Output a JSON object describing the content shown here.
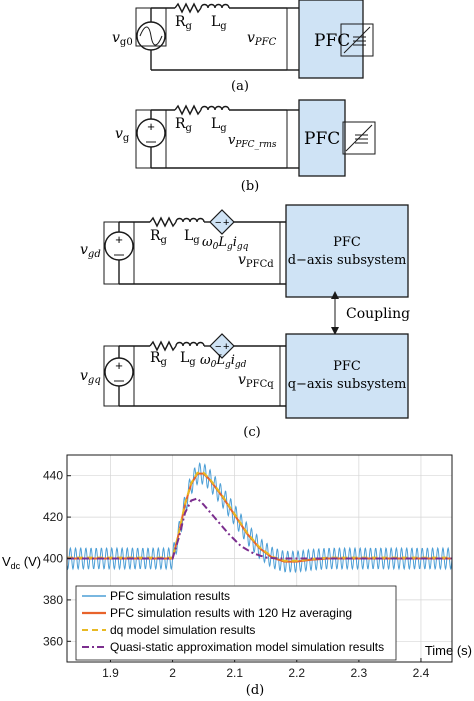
{
  "panel_a": {
    "source_label": "v",
    "source_sub": "g0",
    "r_label": "R",
    "r_sub": "g",
    "l_label": "L",
    "l_sub": "g",
    "v_label": "v",
    "v_sub": "PFC",
    "block": "PFC",
    "caption": "(a)"
  },
  "panel_b": {
    "source_label": "v",
    "source_sub": "g",
    "r_label": "R",
    "r_sub": "g",
    "l_label": "L",
    "l_sub": "g",
    "v_label": "v",
    "v_sub": "PFC_rms",
    "block": "PFC",
    "caption": "(b)"
  },
  "panel_c": {
    "d": {
      "source_label": "v",
      "source_sub": "gd",
      "r_label": "R",
      "r_sub": "g",
      "l_label": "L",
      "l_sub": "g",
      "dep_w": "ω",
      "dep_w_sub": "0",
      "dep_L": "L",
      "dep_L_sub": "g",
      "dep_i": "i",
      "dep_i_sub": "gq",
      "v_label": "v",
      "v_sub": "PFCd",
      "block_line1": "PFC",
      "block_line2": "d−axis subsystem"
    },
    "q": {
      "source_label": "v",
      "source_sub": "gq",
      "r_label": "R",
      "r_sub": "g",
      "l_label": "L",
      "l_sub": "g",
      "dep_w": "ω",
      "dep_w_sub": "0",
      "dep_L": "L",
      "dep_L_sub": "g",
      "dep_i": "i",
      "dep_i_sub": "gd",
      "v_label": "v",
      "v_sub": "PFCq",
      "block_line1": "PFC",
      "block_line2": "q−axis subsystem"
    },
    "coupling": "Coupling",
    "caption": "(c)"
  },
  "chart_data": {
    "type": "line",
    "xlabel": "Time (s)",
    "ylabel": "V",
    "ylabel_sub": "dc",
    "ylabel_unit": " (V)",
    "xlim": [
      1.83,
      2.45
    ],
    "ylim": [
      350,
      450
    ],
    "xticks": [
      1.9,
      2,
      2.1,
      2.2,
      2.3,
      2.4
    ],
    "xtick_labels": [
      "1.9",
      "2",
      "2.1",
      "2.2",
      "2.3",
      "2.4"
    ],
    "yticks": [
      360,
      380,
      400,
      420,
      440
    ],
    "ytick_labels": [
      "360",
      "380",
      "400",
      "420",
      "440"
    ],
    "grid": true,
    "legend_position": "lower-left",
    "series": [
      {
        "name": "PFC simulation results",
        "color": "#4d9fd6",
        "style": "solid",
        "ripple_hz": 120,
        "ripple_amplitude": 5
      },
      {
        "name": "PFC simulation results with 120 Hz averaging",
        "color": "#e8632b",
        "style": "solid"
      },
      {
        "name": "dq model simulation results",
        "color": "#e8b923",
        "style": "dashed"
      },
      {
        "name": "Quasi-static approximation model simulation results",
        "color": "#7b2e8e",
        "style": "dashdot"
      }
    ],
    "averaged_points": {
      "x": [
        1.83,
        2.0,
        2.01,
        2.02,
        2.03,
        2.04,
        2.05,
        2.06,
        2.08,
        2.1,
        2.12,
        2.14,
        2.16,
        2.18,
        2.2,
        2.22,
        2.25,
        2.3,
        2.45
      ],
      "y": [
        400,
        400,
        412,
        426,
        436,
        441,
        441,
        438,
        430,
        421,
        412,
        405,
        400.5,
        398.5,
        398.5,
        399.3,
        400,
        400,
        400
      ]
    },
    "quasi_static_points": {
      "x": [
        1.83,
        2.0,
        2.01,
        2.02,
        2.03,
        2.04,
        2.05,
        2.07,
        2.09,
        2.11,
        2.13,
        2.15,
        2.17,
        2.19,
        2.45
      ],
      "y": [
        400,
        400,
        410,
        422,
        428,
        429,
        426,
        419,
        412,
        406,
        402.5,
        400.5,
        400,
        400,
        400
      ]
    },
    "caption": "(d)"
  },
  "colors": {
    "block_fill": "#cfe3f5",
    "stroke": "#1a1a1a"
  }
}
